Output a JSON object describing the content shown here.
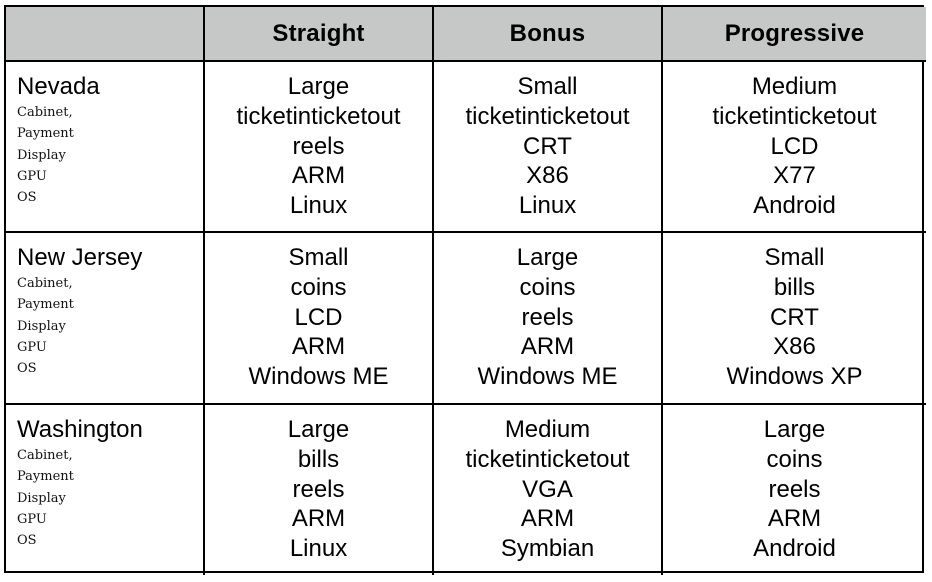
{
  "table": {
    "columns": [
      "",
      "Straight",
      "Bonus",
      "Progressive"
    ],
    "attributes": [
      "Cabinet,",
      "Payment",
      "Display",
      "GPU",
      "OS"
    ],
    "rows": [
      {
        "state": "Nevada",
        "cells": [
          [
            "Large",
            "ticketinticketout",
            "reels",
            "ARM",
            "Linux"
          ],
          [
            "Small",
            "ticketinticketout",
            "CRT",
            "X86",
            "Linux"
          ],
          [
            "Medium",
            "ticketinticketout",
            "LCD",
            "X77",
            "Android"
          ]
        ]
      },
      {
        "state": "New Jersey",
        "cells": [
          [
            "Small",
            "coins",
            "LCD",
            "ARM",
            "Windows ME"
          ],
          [
            "Large",
            "coins",
            "reels",
            "ARM",
            "Windows ME"
          ],
          [
            "Small",
            "bills",
            "CRT",
            "X86",
            "Windows XP"
          ]
        ]
      },
      {
        "state": "Washington",
        "cells": [
          [
            "Large",
            "bills",
            "reels",
            "ARM",
            "Linux"
          ],
          [
            "Medium",
            "ticketinticketout",
            "VGA",
            "ARM",
            "Symbian"
          ],
          [
            "Large",
            "coins",
            "reels",
            "ARM",
            "Android"
          ]
        ]
      }
    ]
  }
}
